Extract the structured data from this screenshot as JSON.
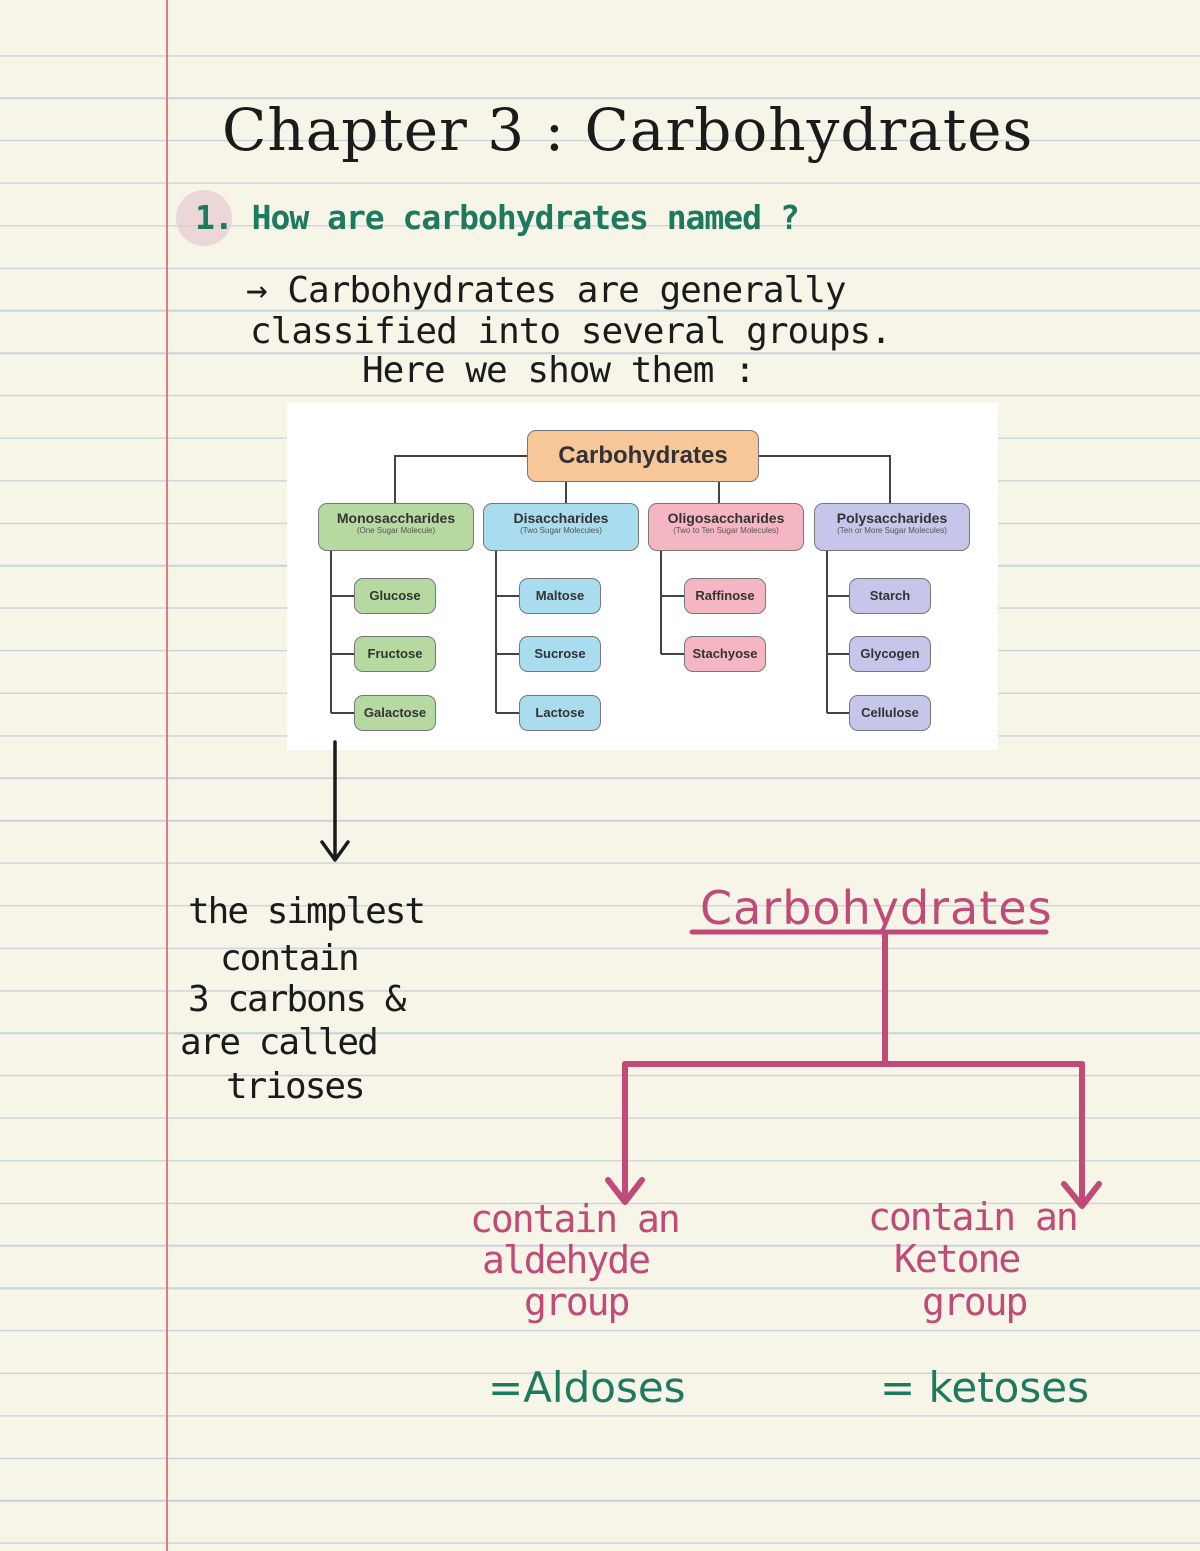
{
  "page": {
    "title": "Chapter 3 : Carbohydrates",
    "question": "1. How are carbohydrates named ?",
    "intro_lines": [
      "→ Carbohydrates are generally",
      "classified into several groups.",
      "Here we show them :"
    ]
  },
  "diagram": {
    "root": "Carbohydrates",
    "groups": [
      {
        "name": "Monosaccharides",
        "sub": "(One Sugar Molecule)",
        "items": [
          "Glucose",
          "Fructose",
          "Galactose"
        ]
      },
      {
        "name": "Disaccharides",
        "sub": "(Two Sugar Molecules)",
        "items": [
          "Maltose",
          "Sucrose",
          "Lactose"
        ]
      },
      {
        "name": "Oligosaccharides",
        "sub": "(Two to Ten Sugar Molecules)",
        "items": [
          "Raffinose",
          "Stachyose"
        ]
      },
      {
        "name": "Polysaccharides",
        "sub": "(Ten or More Sugar Molecules)",
        "items": [
          "Starch",
          "Glycogen",
          "Cellulose"
        ]
      }
    ]
  },
  "notes": {
    "trioses_lines": [
      "the simplest",
      "contain",
      "3 carbons &",
      "are called",
      "trioses"
    ]
  },
  "tree": {
    "title": "Carbohydrates",
    "left_lines": [
      "contain an",
      "aldehyde",
      "group"
    ],
    "right_lines": [
      "contain an",
      "Ketone",
      "group"
    ],
    "left_result": "=Aldoses",
    "right_result": "= ketoses"
  },
  "colors": {
    "margin_line": "#e07a86",
    "green_ink": "#1d7a5e",
    "pink_ink": "#c04b78",
    "mono_box": "#b5d9a0",
    "di_box": "#a9dcee",
    "oligo_box": "#f4b6c2",
    "poly_box": "#c6c5ea",
    "root_box": "#f7c79a"
  }
}
